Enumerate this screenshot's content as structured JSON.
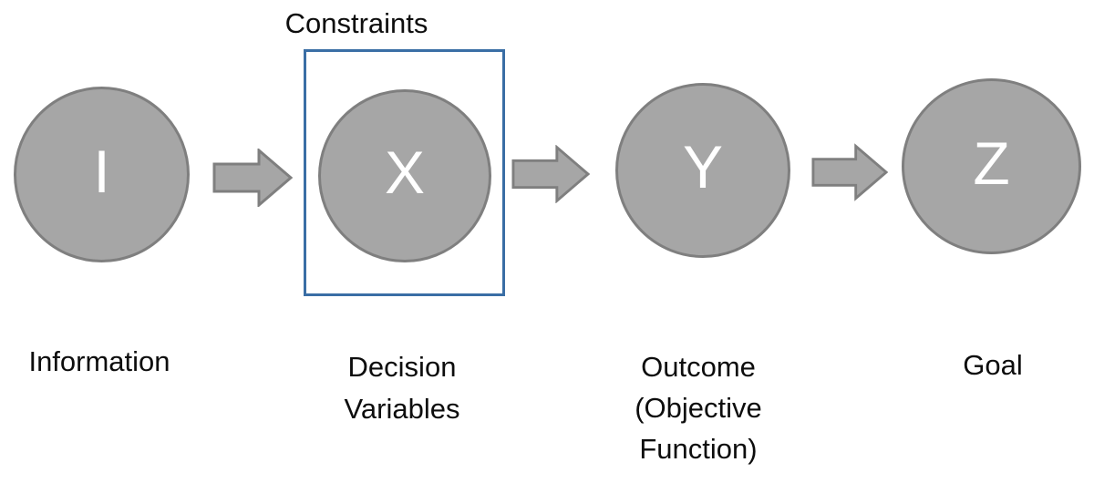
{
  "diagram": {
    "type": "flow-diagram",
    "constraints": {
      "label": "Constraints"
    },
    "nodes": [
      {
        "letter": "I",
        "caption_lines": [
          "Information"
        ]
      },
      {
        "letter": "X",
        "caption_lines": [
          "Decision",
          "Variables"
        ]
      },
      {
        "letter": "Y",
        "caption_lines": [
          "Outcome",
          "(Objective",
          "Function)"
        ]
      },
      {
        "letter": "Z",
        "caption_lines": [
          "Goal"
        ]
      }
    ],
    "flow": [
      "I",
      "X",
      "Y",
      "Z"
    ],
    "colors": {
      "node_fill": "#a6a6a6",
      "node_border": "#7f7f7f",
      "arrow_fill": "#a6a6a6",
      "arrow_border": "#7f7f7f",
      "constraints_border": "#3a6ea5",
      "letter_text": "#ffffff",
      "caption_text": "#0d0d0d",
      "background": "#ffffff"
    }
  }
}
